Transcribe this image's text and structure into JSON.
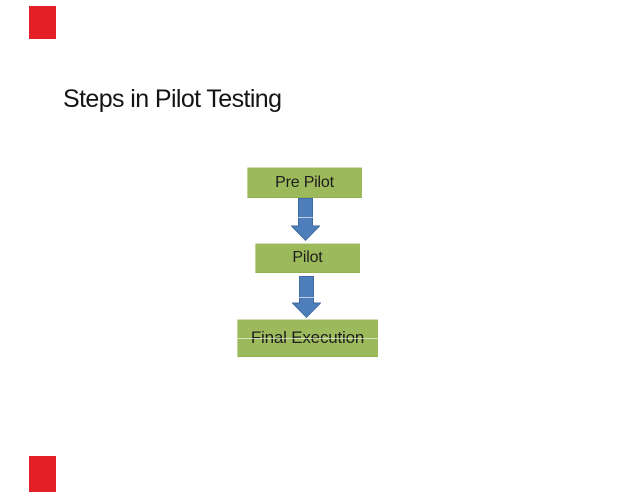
{
  "slide": {
    "title": "Steps in Pilot Testing"
  },
  "diagram": {
    "steps": [
      {
        "label": "Pre Pilot"
      },
      {
        "label": "Pilot"
      },
      {
        "label": "Final Execution"
      }
    ],
    "connectors": [
      {
        "icon": "down-arrow"
      },
      {
        "icon": "down-arrow"
      }
    ]
  },
  "theme": {
    "background": "#ffffff",
    "box_green": "#9cba5b",
    "box_text": "#1d1d1d",
    "arrow_fill": "#4e7fbb",
    "arrow_stroke": "#3f69a2",
    "title_color": "#141414",
    "accent_red": "#e32028"
  }
}
